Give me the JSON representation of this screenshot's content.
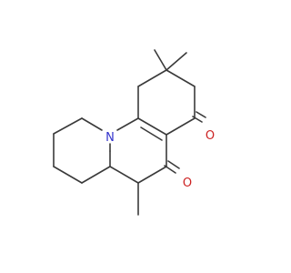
{
  "molecule": {
    "atoms": [
      {
        "id": "N1",
        "label": "N",
        "color": "#3333cc"
      },
      {
        "id": "O1",
        "label": "O",
        "color": "#cc2222"
      },
      {
        "id": "O2",
        "label": "O",
        "color": "#cc2222"
      }
    ]
  }
}
